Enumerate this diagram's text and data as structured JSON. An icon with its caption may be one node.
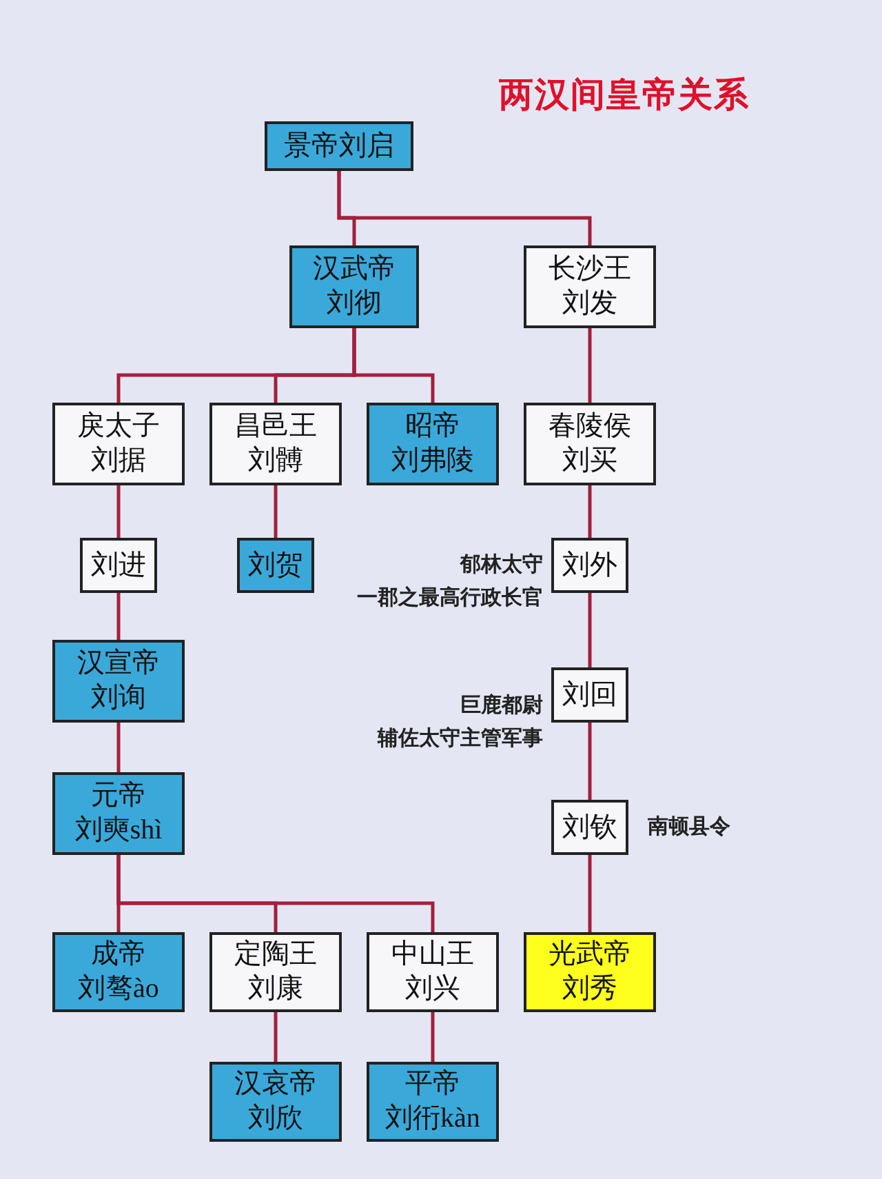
{
  "diagram": {
    "title": "两汉间皇帝关系",
    "nodes": [
      {
        "text": [
          "景帝刘启"
        ]
      },
      {
        "text": [
          "汉武帝",
          "刘彻"
        ]
      },
      {
        "text": [
          "长沙王",
          "刘发"
        ]
      },
      {
        "text": [
          "戾太子",
          "刘据"
        ]
      },
      {
        "text": [
          "昌邑王",
          "刘髆"
        ]
      },
      {
        "text": [
          "昭帝",
          "刘弗陵"
        ]
      },
      {
        "text": [
          "春陵侯",
          "刘买"
        ]
      },
      {
        "text": [
          "刘进"
        ]
      },
      {
        "text": [
          "刘贺"
        ]
      },
      {
        "text": [
          "刘外"
        ],
        "beside": [
          "郁林太守",
          "一郡之最高行政长官"
        ]
      },
      {
        "text": [
          "汉宣帝",
          "刘询"
        ]
      },
      {
        "text": [
          "刘回"
        ],
        "beside": [
          "巨鹿都尉",
          "辅佐太守主管军事"
        ]
      },
      {
        "text": [
          "元帝",
          "刘奭shì"
        ]
      },
      {
        "text": [
          "刘钦"
        ],
        "beside": [
          "南顿县令"
        ]
      },
      {
        "text": [
          "成帝",
          "刘骜ào"
        ]
      },
      {
        "text": [
          "定陶王",
          "刘康"
        ]
      },
      {
        "text": [
          "中山王",
          "刘兴"
        ]
      },
      {
        "text": [
          "光武帝",
          "刘秀"
        ]
      },
      {
        "text": [
          "汉哀帝",
          "刘欣"
        ]
      },
      {
        "text": [
          "平帝",
          "刘衎kàn"
        ]
      }
    ],
    "edges": [
      {
        "from": 0,
        "to": 1,
        "arrow": "none"
      },
      {
        "from": 0,
        "to": 2,
        "arrow": "none"
      },
      {
        "from": 1,
        "to": 3,
        "arrow": "none"
      },
      {
        "from": 1,
        "to": 4,
        "arrow": "none"
      },
      {
        "from": 1,
        "to": 5,
        "arrow": "none"
      },
      {
        "from": 2,
        "to": 6,
        "arrow": "none"
      },
      {
        "from": 3,
        "to": 7,
        "arrow": "none"
      },
      {
        "from": 4,
        "to": 8,
        "arrow": "none"
      },
      {
        "from": 6,
        "to": 9,
        "arrow": "none"
      },
      {
        "from": 7,
        "to": 10,
        "arrow": "none"
      },
      {
        "from": 9,
        "to": 11,
        "arrow": "none"
      },
      {
        "from": 10,
        "to": 12,
        "arrow": "none"
      },
      {
        "from": 11,
        "to": 13,
        "arrow": "none"
      },
      {
        "from": 12,
        "to": 14,
        "arrow": "none"
      },
      {
        "from": 12,
        "to": 15,
        "arrow": "none"
      },
      {
        "from": 12,
        "to": 16,
        "arrow": "none"
      },
      {
        "from": 13,
        "to": 17,
        "arrow": "none"
      },
      {
        "from": 15,
        "to": 18,
        "arrow": "none"
      },
      {
        "from": 16,
        "to": 19,
        "arrow": "none"
      }
    ]
  }
}
